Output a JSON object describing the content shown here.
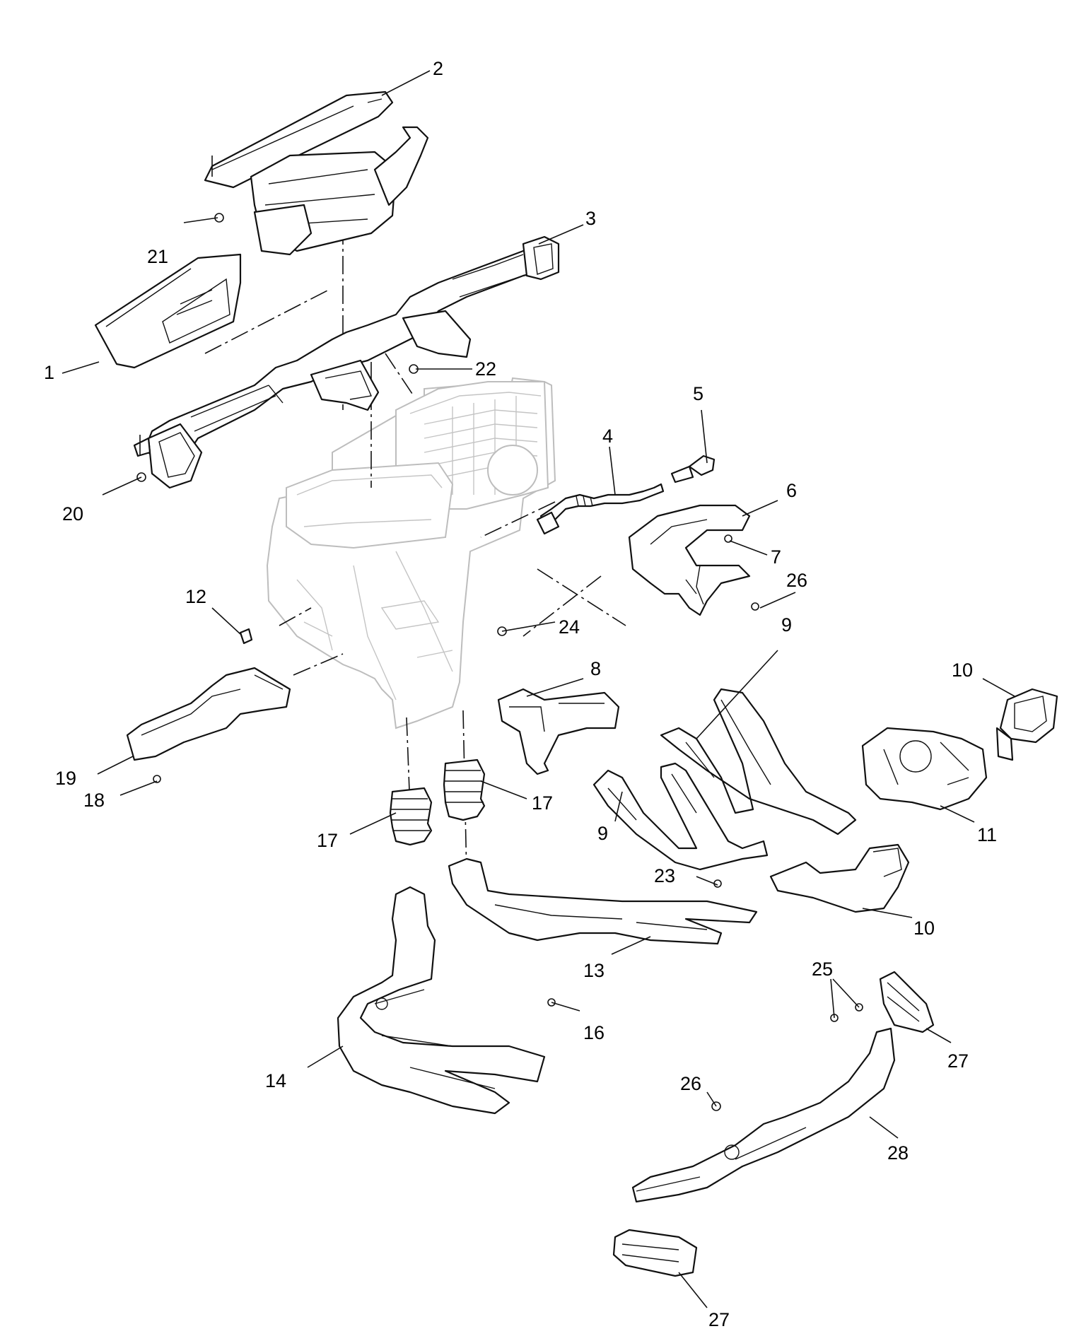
{
  "diagram": {
    "callouts": [
      {
        "id": "c1",
        "label": "1"
      },
      {
        "id": "c2",
        "label": "2"
      },
      {
        "id": "c3",
        "label": "3"
      },
      {
        "id": "c4",
        "label": "4"
      },
      {
        "id": "c5",
        "label": "5"
      },
      {
        "id": "c6",
        "label": "6"
      },
      {
        "id": "c7",
        "label": "7"
      },
      {
        "id": "c8",
        "label": "8"
      },
      {
        "id": "c9a",
        "label": "9"
      },
      {
        "id": "c9b",
        "label": "9"
      },
      {
        "id": "c10a",
        "label": "10"
      },
      {
        "id": "c10b",
        "label": "10"
      },
      {
        "id": "c11",
        "label": "11"
      },
      {
        "id": "c12",
        "label": "12"
      },
      {
        "id": "c13",
        "label": "13"
      },
      {
        "id": "c14",
        "label": "14"
      },
      {
        "id": "c16",
        "label": "16"
      },
      {
        "id": "c17a",
        "label": "17"
      },
      {
        "id": "c17b",
        "label": "17"
      },
      {
        "id": "c18",
        "label": "18"
      },
      {
        "id": "c19",
        "label": "19"
      },
      {
        "id": "c20",
        "label": "20"
      },
      {
        "id": "c21",
        "label": "21"
      },
      {
        "id": "c22",
        "label": "22"
      },
      {
        "id": "c23",
        "label": "23"
      },
      {
        "id": "c24",
        "label": "24"
      },
      {
        "id": "c25",
        "label": "25"
      },
      {
        "id": "c26a",
        "label": "26"
      },
      {
        "id": "c26b",
        "label": "26"
      },
      {
        "id": "c27a",
        "label": "27"
      },
      {
        "id": "c27b",
        "label": "27"
      },
      {
        "id": "c28",
        "label": "28"
      }
    ]
  }
}
